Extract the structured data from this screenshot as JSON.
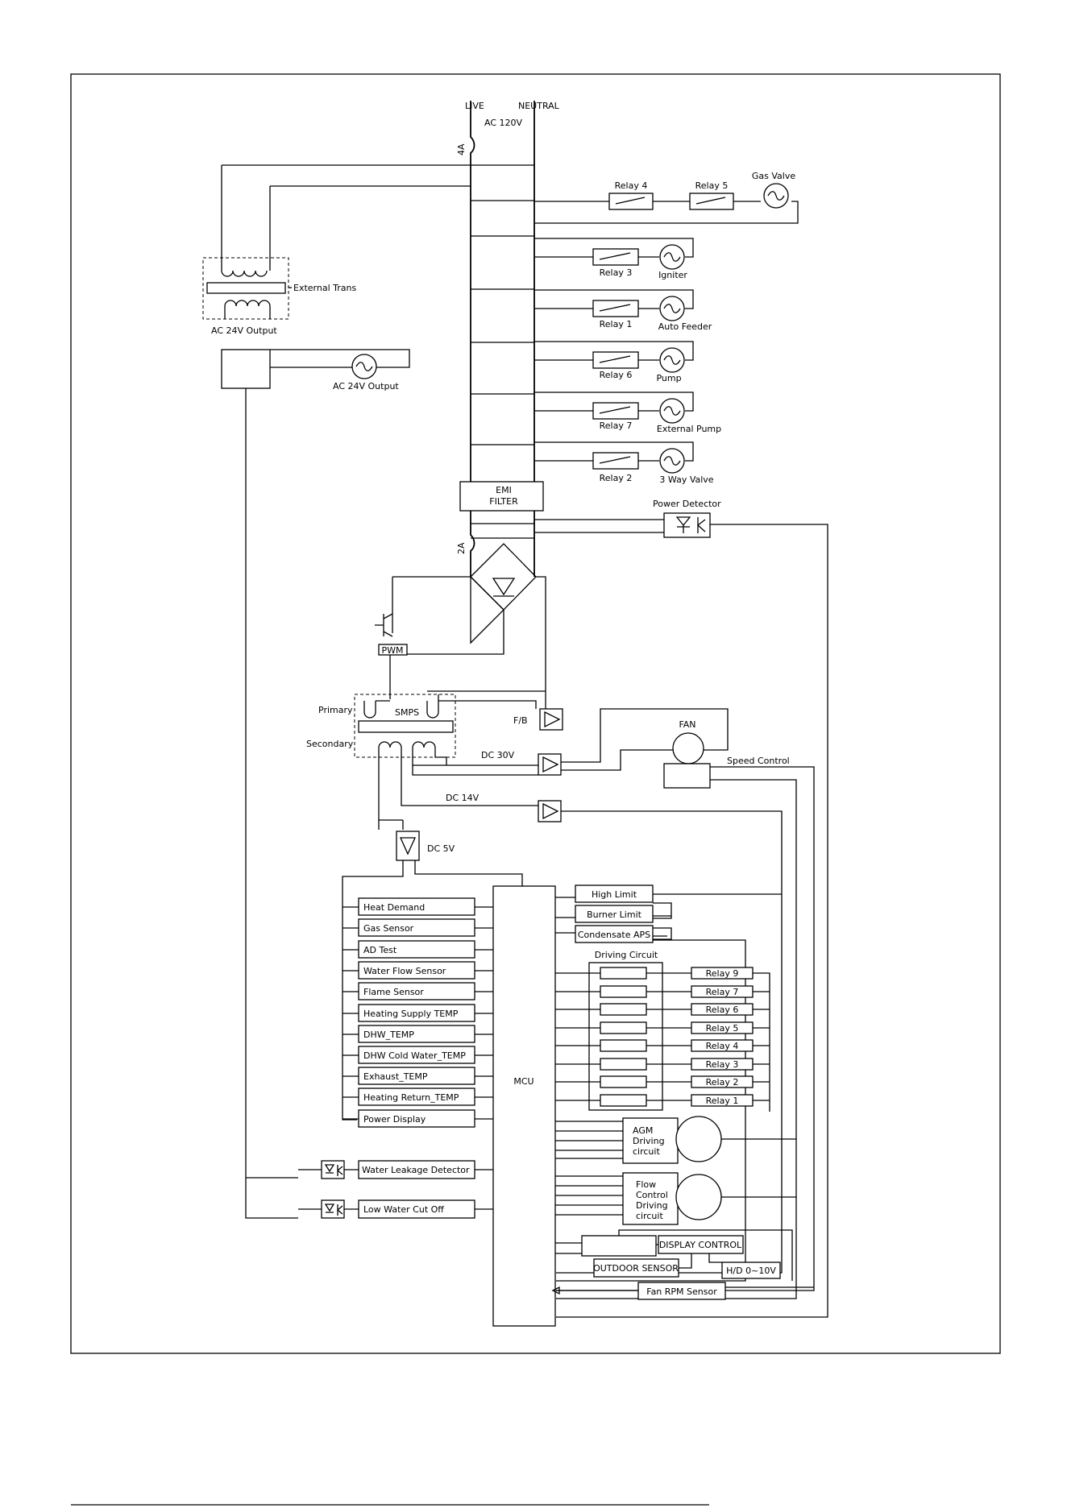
{
  "mains": {
    "live": "LIVE",
    "neutral": "NEUTRAL",
    "voltage": "AC 120V",
    "main_fuse": "4A",
    "sub_fuse": "2A"
  },
  "top_relays": {
    "relay4": "Relay 4",
    "relay5": "Relay 5",
    "gas_valve": "Gas Valve"
  },
  "loads": [
    {
      "relay": "Relay 3",
      "load": "Igniter"
    },
    {
      "relay": "Relay 1",
      "load": "Auto Feeder"
    },
    {
      "relay": "Relay 6",
      "load": "Pump"
    },
    {
      "relay": "Relay 7",
      "load": "External Pump"
    },
    {
      "relay": "Relay 2",
      "load": "3 Way Valve"
    }
  ],
  "transformer": {
    "label": "External Trans",
    "output_label": "AC 24V Output",
    "load_label": "AC 24V Output"
  },
  "emi": {
    "line1": "EMI",
    "line2": "FILTER"
  },
  "power_detector": "Power Detector",
  "smps": {
    "label": "SMPS",
    "primary": "Primary",
    "secondary": "Secondary",
    "pwm": "PWM",
    "fb": "F/B",
    "dc30": "DC 30V",
    "dc14": "DC 14V",
    "dc5": "DC 5V"
  },
  "fan": {
    "label": "FAN",
    "speed_control": "Speed Control"
  },
  "inputs": [
    "Heat Demand",
    "Gas Sensor",
    "AD Test",
    "Water Flow Sensor",
    "Flame Sensor",
    "Heating Supply TEMP",
    "DHW_TEMP",
    "DHW Cold Water_TEMP",
    "Exhaust_TEMP",
    "Heating Return_TEMP",
    "Power Display"
  ],
  "isolated_inputs": [
    "Water Leakage Detector",
    "Low Water Cut Off"
  ],
  "mcu": "MCU",
  "limits": [
    "High Limit",
    "Burner Limit",
    "Condensate APS"
  ],
  "driving_circuit": {
    "title": "Driving Circuit",
    "relays": [
      "Relay 9",
      "Relay 7",
      "Relay 6",
      "Relay 5",
      "Relay 4",
      "Relay 3",
      "Relay 2",
      "Relay 1"
    ]
  },
  "agm": {
    "line1": "AGM",
    "line2": "Driving",
    "line3": "circuit"
  },
  "flow_control": {
    "line1": "Flow",
    "line2": "Control",
    "line3": "Driving",
    "line4": "circuit"
  },
  "display_control": "DISPLAY CONTROL",
  "outdoor_sensor": "OUTDOOR SENSOR",
  "hd": "H/D 0~10V",
  "fan_rpm": "Fan RPM Sensor"
}
